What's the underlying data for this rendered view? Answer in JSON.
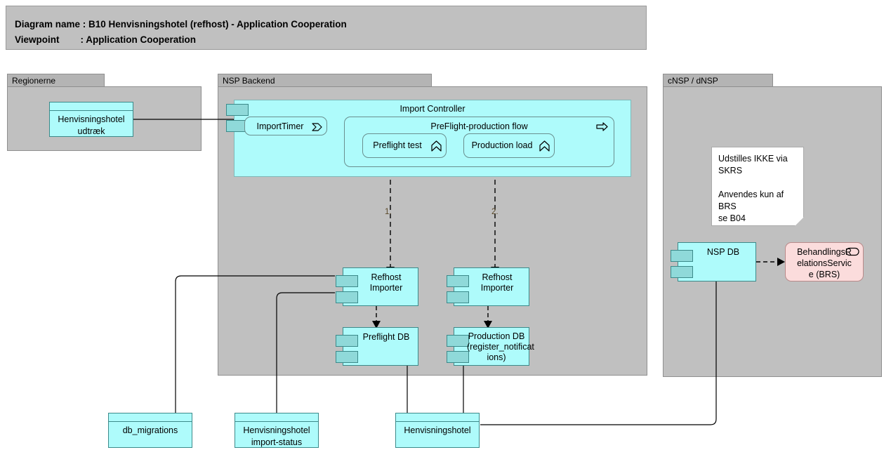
{
  "title": {
    "line1": "Diagram name : B10 Henvisningshotel (refhost) - Application Cooperation",
    "line2": "Viewpoint        : Application Cooperation"
  },
  "groups": [
    {
      "name": "Regionerne",
      "label": "Regionerne"
    },
    {
      "name": "NSP Backend",
      "label": "NSP Backend"
    },
    {
      "name": "cNSP / dNSP",
      "label": "cNSP / dNSP"
    }
  ],
  "nodes": {
    "henvisningshotel_udtraek": {
      "label": "Henvisningshotel\nudtræk",
      "type": "data-object"
    },
    "import_controller": {
      "label": "Import Controller",
      "type": "application-component"
    },
    "import_timer": {
      "label": "ImportTimer",
      "type": "application-event",
      "icon": "event-icon"
    },
    "preflight_flow": {
      "label": "PreFlight-production flow",
      "type": "application-process",
      "icon": "process-arrow-icon"
    },
    "preflight_test": {
      "label": "Preflight test",
      "type": "application-function",
      "icon": "function-icon"
    },
    "production_load": {
      "label": "Production load",
      "type": "application-function",
      "icon": "function-icon"
    },
    "refhost_importer_1": {
      "label": "Refhost Importer",
      "type": "application-component"
    },
    "refhost_importer_2": {
      "label": "Refhost Importer",
      "type": "application-component"
    },
    "preflight_db": {
      "label": "Preflight DB",
      "type": "application-component"
    },
    "production_db": {
      "label": "Production DB\n(register_notificat\nions)",
      "type": "application-component"
    },
    "db_migrations": {
      "label": "db_migrations",
      "type": "data-object"
    },
    "import_status": {
      "label": "Henvisningshotel\nimport-status",
      "type": "data-object"
    },
    "henvisningshotel": {
      "label": "Henvisningshotel",
      "type": "data-object"
    },
    "nsp_db": {
      "label": "NSP DB",
      "type": "application-component"
    },
    "brs": {
      "label": "BehandlingsR\nelationsServic\ne (BRS)",
      "type": "application-service",
      "icon": "service-oval-icon"
    },
    "note": {
      "label": "Udstilles IKKE via SKRS\n\nAnvendes kun af BRS\nse B04",
      "type": "note"
    }
  },
  "flow_labels": [
    {
      "name": "flow-1",
      "text": "1."
    },
    {
      "name": "flow-2",
      "text": "2."
    }
  ],
  "colors": {
    "component_fill": "#aefbfb",
    "component_stroke": "#3c8a8a",
    "port_fill": "#8fd9d9",
    "group_fill": "#c0c0c0",
    "group_tab": "#b4b4b4",
    "service_fill": "#fbdcdc",
    "note_fill": "#ffffff",
    "flow_label": "#5a4a2a",
    "connector": "#000000"
  }
}
